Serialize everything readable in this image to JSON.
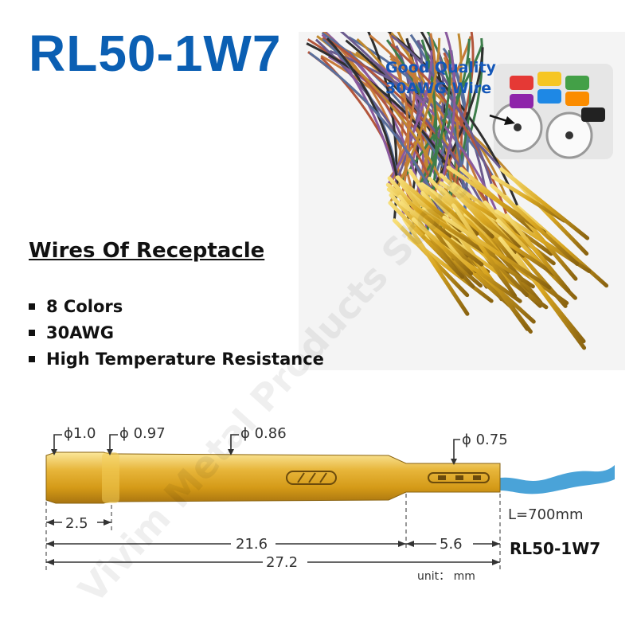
{
  "title": "RL50-1W7",
  "callout": {
    "line1": "Good Quality",
    "line2": "30AWG Wire"
  },
  "section_title": "Wires Of Receptacle",
  "bullets": [
    "8 Colors",
    "30AWG",
    "High Temperature Resistance"
  ],
  "diagram": {
    "diam_1": "ϕ1.0",
    "diam_2": "ϕ 0.97",
    "diam_3": "ϕ 0.86",
    "diam_4": "ϕ 0.75",
    "dim_a": "2.5",
    "dim_b": "21.6",
    "dim_c": "5.6",
    "dim_total": "27.2",
    "length_label": "L=700mm",
    "model_label": "RL50-1W7",
    "unit_label": "unit： mm"
  },
  "watermark": "Vivim Metal Products Store",
  "colors": {
    "title_blue": "#0b5fb3",
    "gold": "#d9a620",
    "wire_blue": "#4aa3d8"
  }
}
